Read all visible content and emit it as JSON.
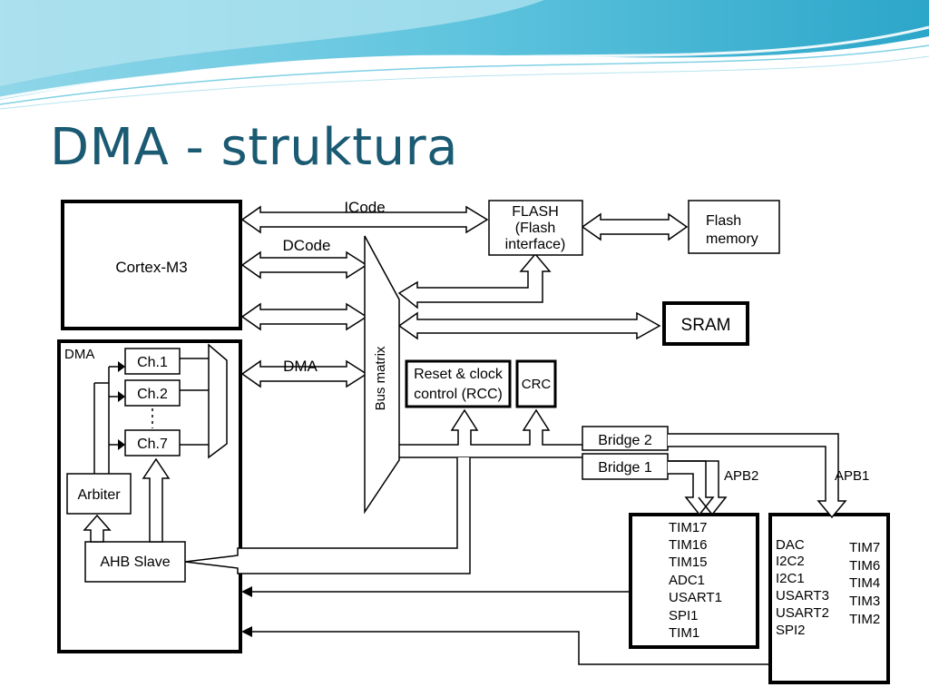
{
  "slide": {
    "title": "DMA - struktura"
  },
  "diagram": {
    "cortex": "Cortex-M3",
    "flash_line1": "FLASH",
    "flash_line2": "(Flash",
    "flash_line3": "interface)",
    "flash_mem_line1": "Flash",
    "flash_mem_line2": "memory",
    "sram": "SRAM",
    "rcc_line1": "Reset & clock",
    "rcc_line2": "control (RCC)",
    "crc": "CRC",
    "bus_matrix": "Bus matrix",
    "bridge2": "Bridge 2",
    "bridge1": "Bridge 1",
    "apb2": "APB2",
    "apb1": "APB1",
    "icode": "ICode",
    "dcode": "DCode",
    "dma_bus": "DMA",
    "dma_block": "DMA",
    "channels": [
      "Ch.1",
      "Ch.2",
      "Ch.7"
    ],
    "arbiter": "Arbiter",
    "ahb_slave": "AHB Slave",
    "apb2_peripherals": [
      "TIM17",
      "TIM16",
      "TIM15",
      "ADC1",
      "USART1",
      "SPI1",
      "TIM1"
    ],
    "apb1_left": [
      "DAC",
      "I2C2",
      "I2C1",
      "USART3",
      "USART2",
      "SPI2"
    ],
    "apb1_right": [
      "TIM7",
      "TIM6",
      "TIM4",
      "TIM3",
      "TIM2"
    ]
  }
}
